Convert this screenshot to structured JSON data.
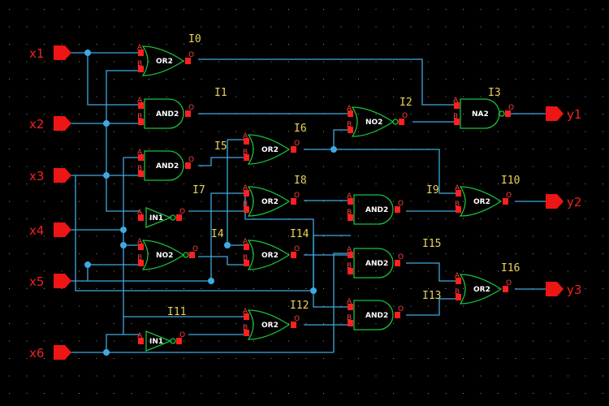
{
  "ports": {
    "x1": "x1",
    "x2": "x2",
    "x3": "x3",
    "x4": "x4",
    "x5": "x5",
    "x6": "x6",
    "y1": "y1",
    "y2": "y2",
    "y3": "y3"
  },
  "gates": {
    "I0": {
      "name": "I0",
      "type": "OR2"
    },
    "I1": {
      "name": "I1",
      "type": "AND2"
    },
    "I2": {
      "name": "I2",
      "type": "NO2"
    },
    "I3": {
      "name": "I3",
      "type": "NA2"
    },
    "I4": {
      "name": "I4",
      "type": "NO2"
    },
    "I5": {
      "name": "I5",
      "type": "AND2"
    },
    "I6": {
      "name": "I6",
      "type": "OR2"
    },
    "I7": {
      "name": "I7",
      "type": "IN1"
    },
    "I8": {
      "name": "I8",
      "type": "OR2"
    },
    "I9": {
      "name": "I9",
      "type": "AND2"
    },
    "I10": {
      "name": "I10",
      "type": "OR2"
    },
    "I11": {
      "name": "I11",
      "type": "IN1"
    },
    "I12": {
      "name": "I12",
      "type": "OR2"
    },
    "I13": {
      "name": "I13",
      "type": "AND2"
    },
    "I14": {
      "name": "I14",
      "type": "OR2"
    },
    "I15": {
      "name": "I15",
      "type": "AND2"
    },
    "I16": {
      "name": "I16",
      "type": "OR2"
    }
  },
  "pins": {
    "a": "A",
    "b": "B",
    "o": "O"
  },
  "colors": {
    "background": "#000000",
    "grid_dot": "#8a8a8a",
    "wire": "#3fa9e0",
    "gate_outline": "#19c23c",
    "pin": "#ff2020",
    "port": "#ee1515",
    "instance_label": "#e8d35a"
  }
}
